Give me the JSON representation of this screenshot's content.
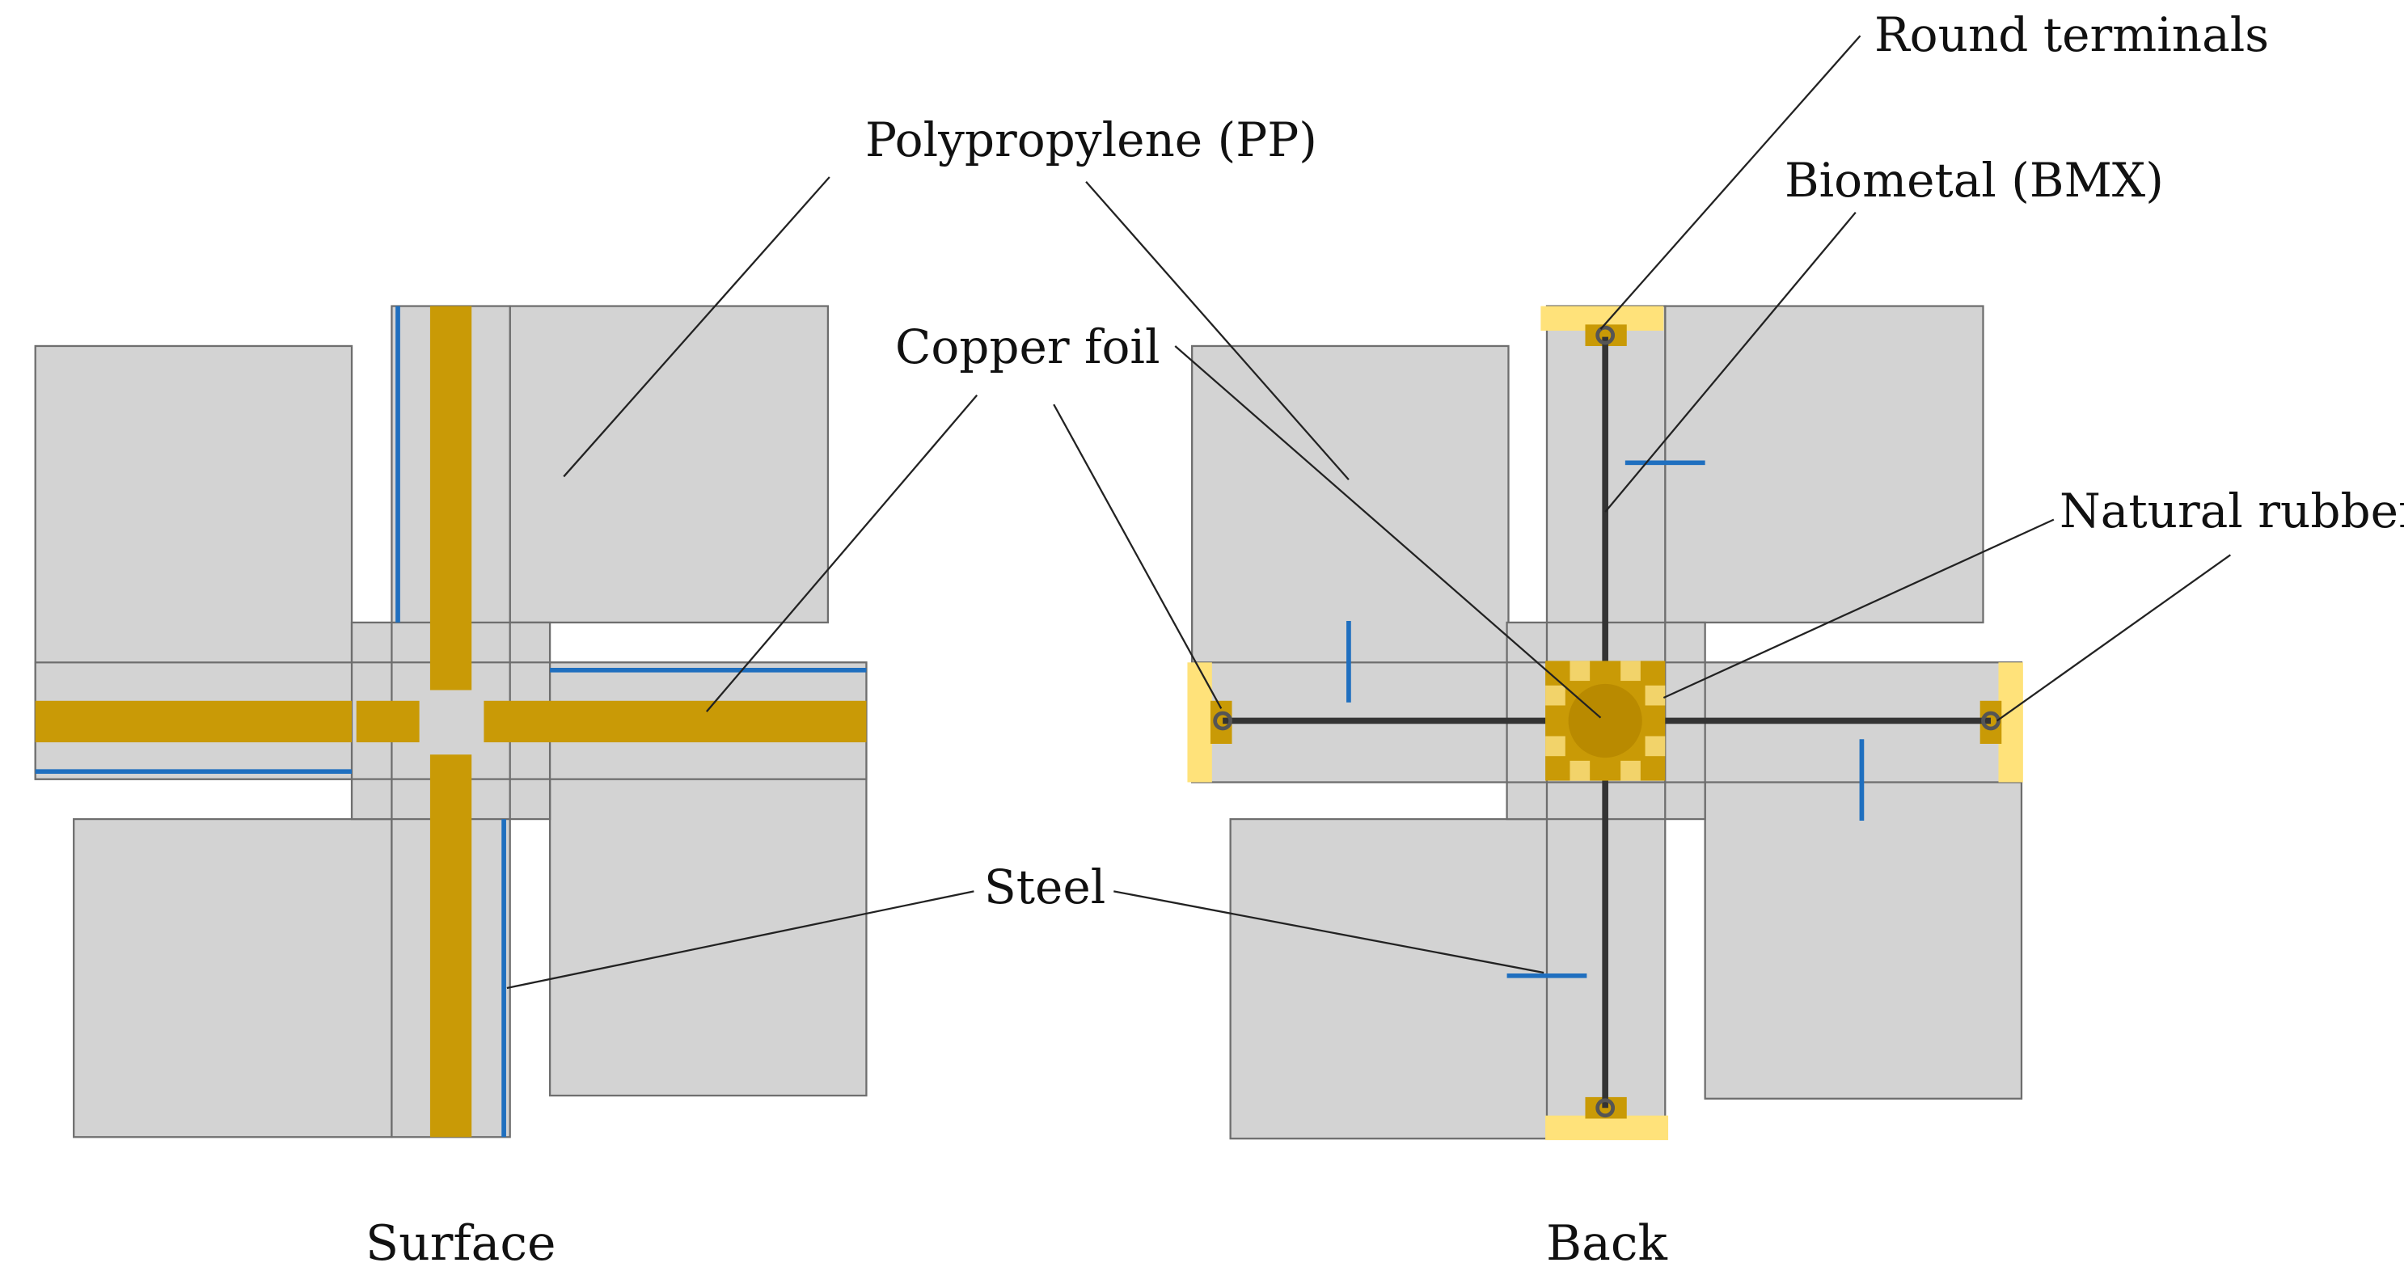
{
  "labels": {
    "polypropylene": "Polypropylene (PP)",
    "copper_foil": "Copper foil",
    "steel": "Steel",
    "round_terminals": "Round terminals",
    "biometal": "Biometal (BMX)",
    "natural_rubber": "Natural rubber"
  },
  "captions": {
    "surface": "Surface",
    "back": "Back"
  },
  "colors": {
    "pp_fill": "#d3d3d3",
    "pp_stroke": "#6e6e6e",
    "copper": "#c99a06",
    "copper_dark": "#b98a00",
    "rubber_light": "#f2d36a",
    "terminal_pad": "#ffe27a",
    "steel": "#1f6fbf",
    "biometal": "#333333",
    "leader": "#222222"
  }
}
